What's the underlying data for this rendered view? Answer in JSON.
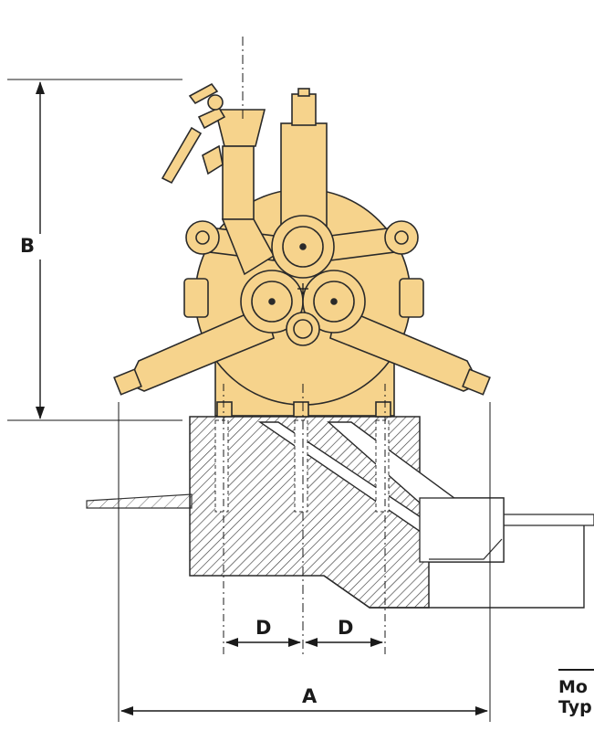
{
  "colors": {
    "machine": "#f6d38c",
    "outline": "#2a2a2a",
    "ink": "#1a1a1a",
    "hatch": "#3a3a3a"
  },
  "dimensions": {
    "a": "A",
    "b": "B",
    "d_left": "D",
    "d_right": "D"
  },
  "caption": {
    "line1": "Mo",
    "line2": "Typ"
  }
}
